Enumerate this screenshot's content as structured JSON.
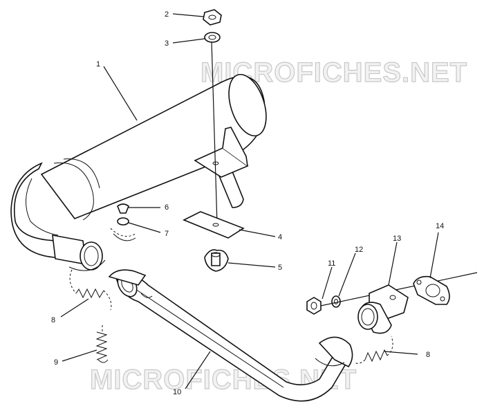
{
  "watermark": {
    "text_top": "MICROFICHES.NET",
    "text_bottom": "MICROFICHES.NET"
  },
  "callouts": [
    "1",
    "2",
    "3",
    "4",
    "5",
    "6",
    "7",
    "8",
    "9",
    "10",
    "11",
    "12",
    "13",
    "14",
    "8"
  ]
}
